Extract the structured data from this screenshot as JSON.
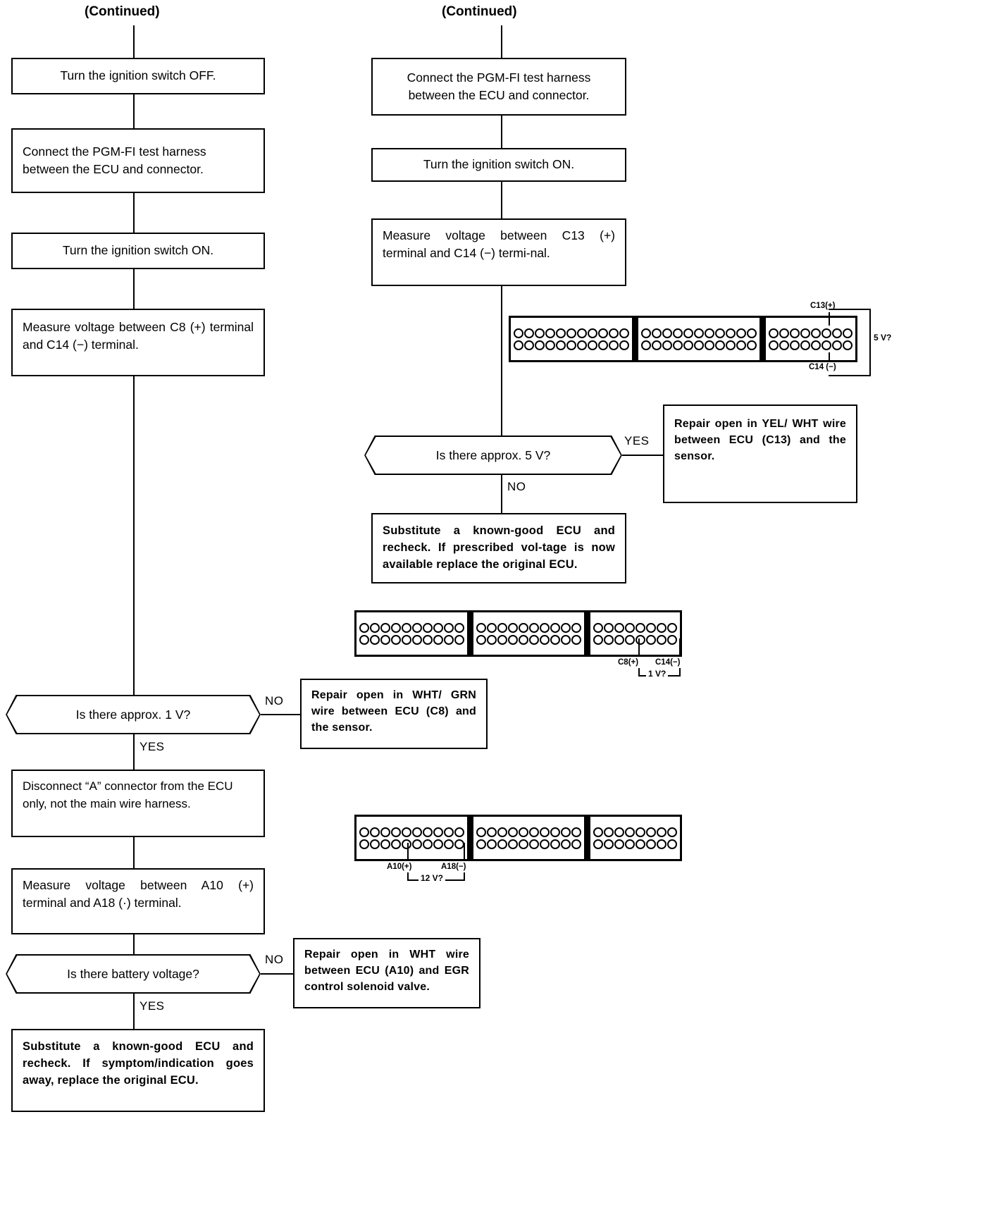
{
  "page": {
    "continued_left": "(Continued)",
    "continued_right": "(Continued)"
  },
  "left_column": {
    "steps": [
      {
        "id": "turn-off",
        "text": "Turn the ignition switch OFF."
      },
      {
        "id": "connect-harness",
        "text": "Connect the PGM-FI test harness between the ECU and connector."
      },
      {
        "id": "turn-on",
        "text": "Turn the ignition switch ON."
      },
      {
        "id": "measure-c8",
        "text": "Measure voltage between C8 (+) terminal and C14 (−) terminal."
      }
    ],
    "decision_1v": {
      "question": "Is there approx. 1 V?",
      "no_label": "NO",
      "yes_label": "YES"
    },
    "repair_c8": "Repair open in WHT/ GRN wire between ECU (C8) and the sensor.",
    "disconnect_a": "Disconnect “A” connector from the ECU only, not the main wire harness.",
    "measure_a10": "Measure voltage between A10 (+) terminal and A18 (·) terminal.",
    "decision_battery": {
      "question": "Is there battery voltage?",
      "no_label": "NO",
      "yes_label": "YES"
    },
    "repair_a10": "Repair open in WHT wire between ECU (A10) and EGR control solenoid valve.",
    "substitute_final": "Substitute a known-good ECU and recheck. If symptom/indication goes away, replace the original ECU."
  },
  "right_column": {
    "steps": [
      {
        "id": "connect-harness",
        "text": "Connect the PGM-FI test harness between the ECU and connector."
      },
      {
        "id": "turn-on",
        "text": "Turn the ignition switch ON."
      },
      {
        "id": "measure-c13",
        "text": "Measure voltage between C13 (+) terminal and C14 (−) termi-nal."
      }
    ],
    "decision_5v": {
      "question": "Is there approx. 5 V?",
      "yes_label": "YES",
      "no_label": "NO"
    },
    "repair_c13": "Repair open in YEL/ WHT wire between ECU (C13) and the sensor.",
    "substitute_ecu": "Substitute a known-good ECU and recheck. If prescribed vol-tage is now available replace the original ECU."
  },
  "connectors": [
    {
      "id": "connector-c13-c14",
      "segments": [
        11,
        11,
        8
      ],
      "labels": {
        "top": "C13(+)",
        "bottom": "C14 (−)",
        "measure": "5 V?"
      }
    },
    {
      "id": "connector-c8-c14",
      "segments": [
        10,
        10,
        8
      ],
      "labels": {
        "left": "C8(+)",
        "right": "C14(−)",
        "measure": "1 V?"
      }
    },
    {
      "id": "connector-a10-a18",
      "segments": [
        10,
        10,
        8
      ],
      "labels": {
        "left": "A10(+)",
        "right": "A18(−)",
        "measure": "12 V?"
      }
    }
  ],
  "colors": {
    "ink": "#000000",
    "paper": "#ffffff"
  }
}
